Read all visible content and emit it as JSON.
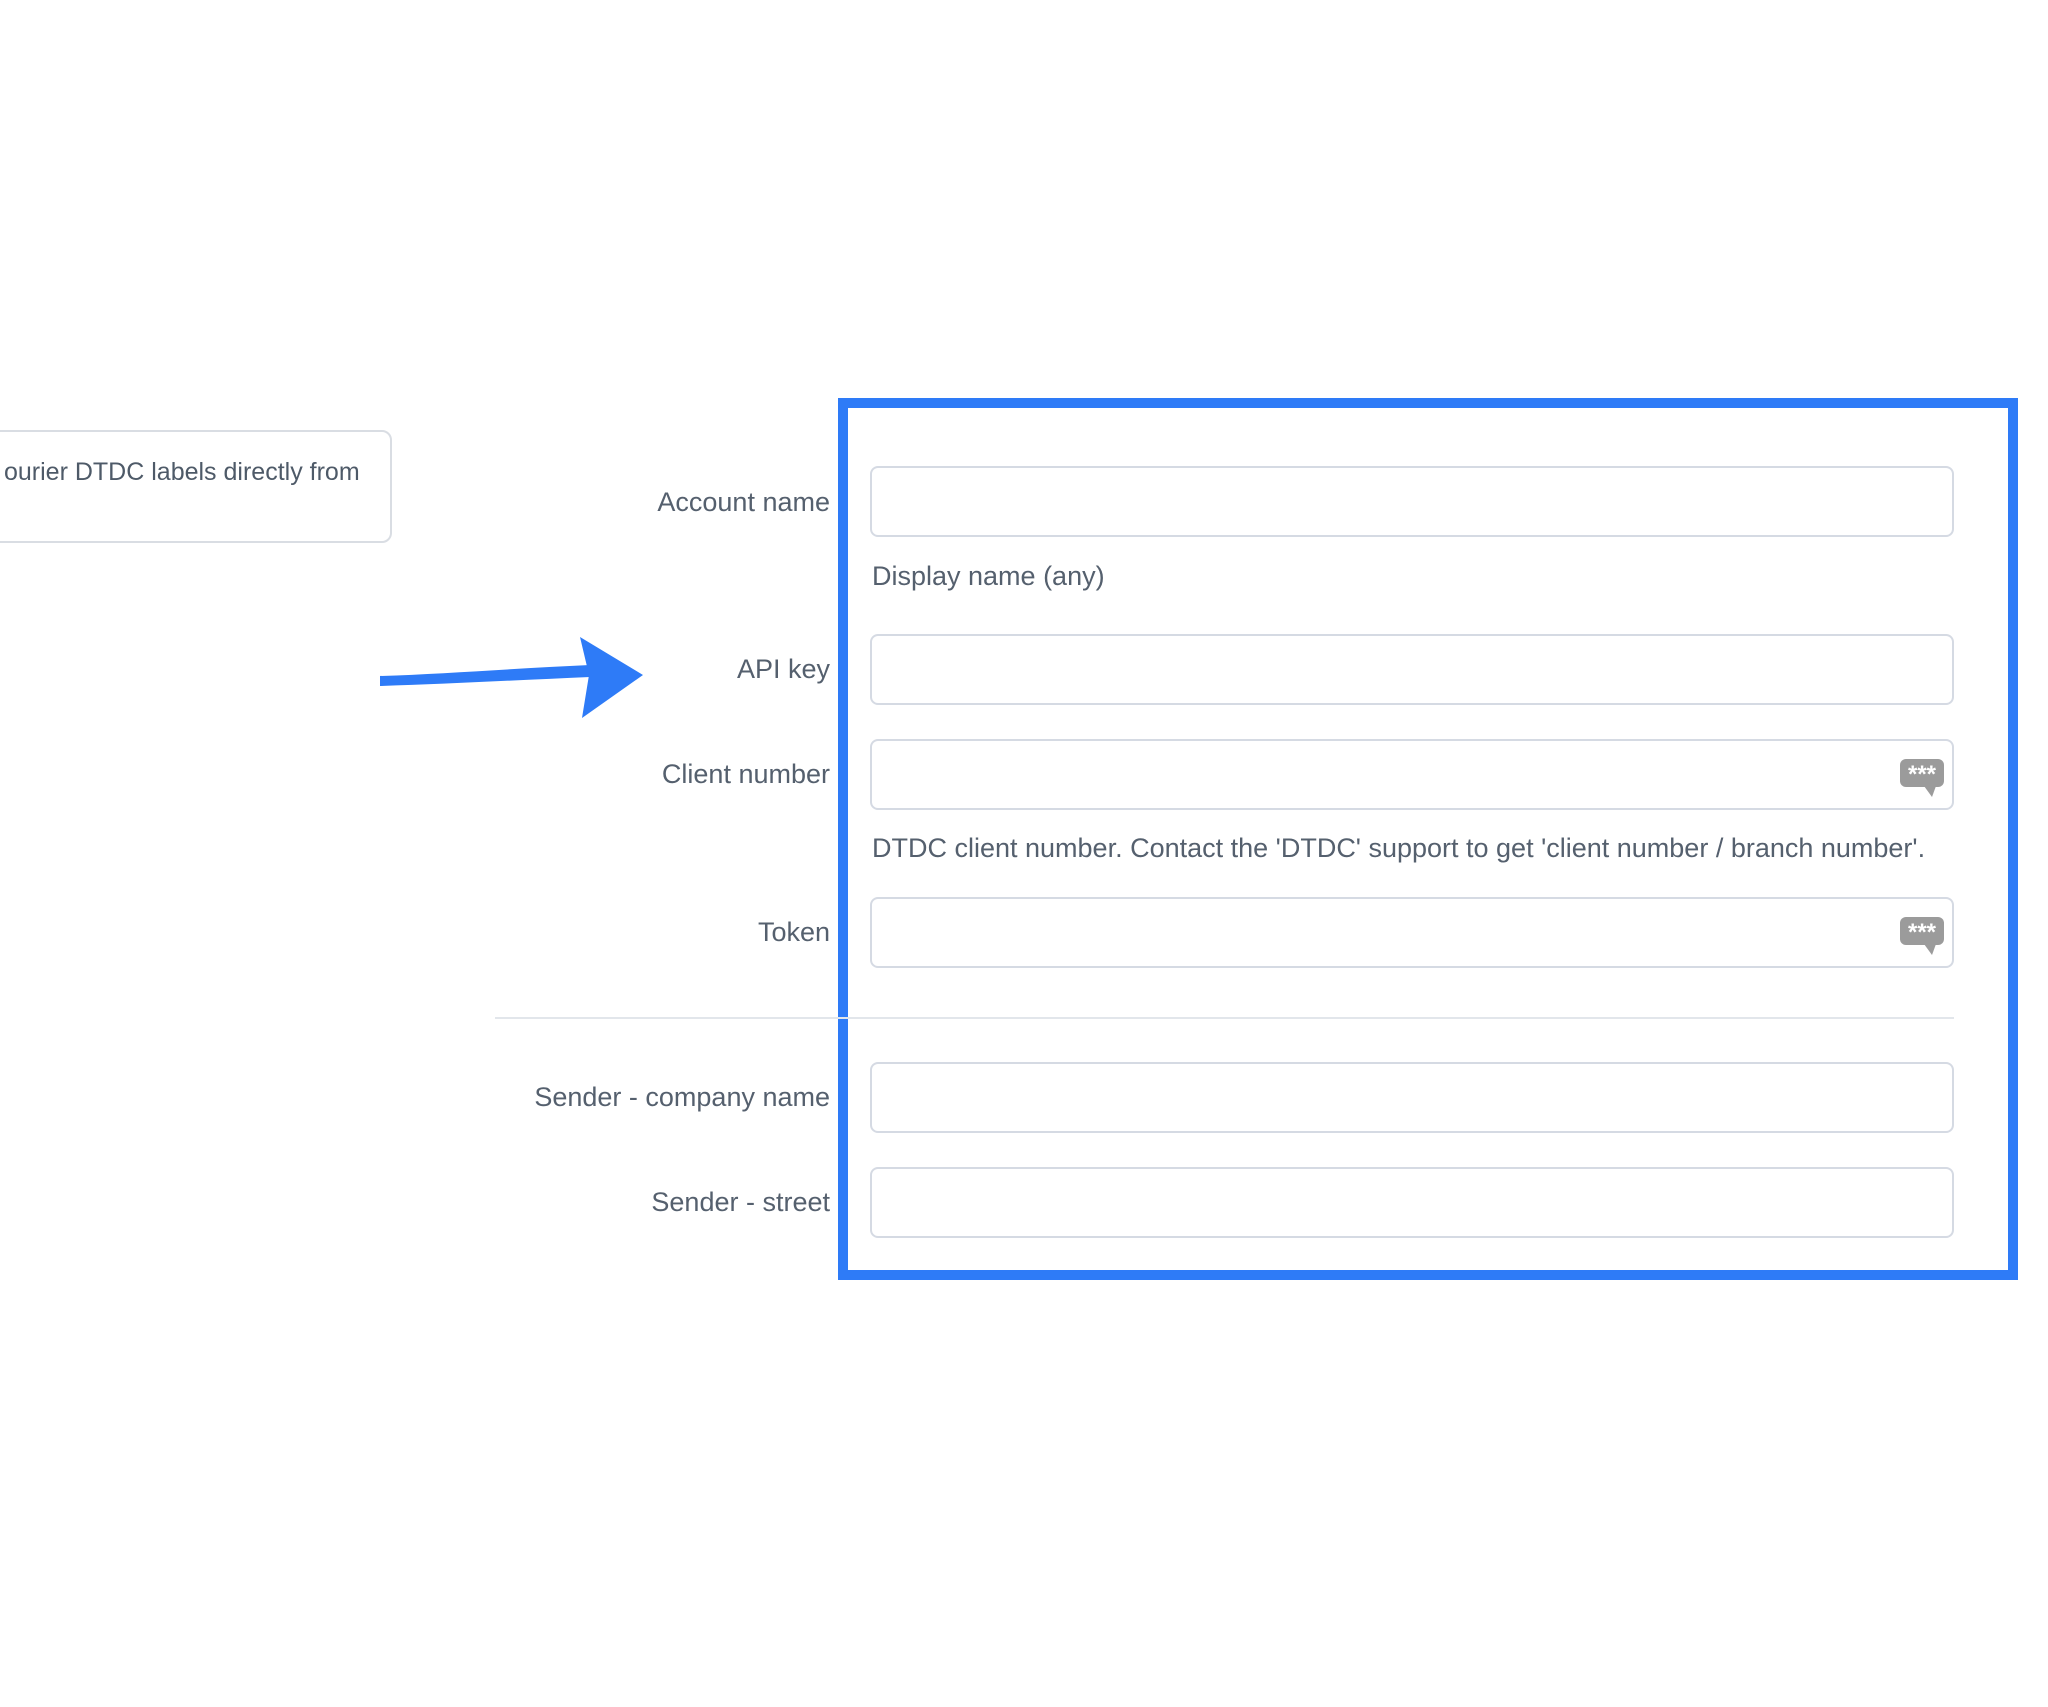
{
  "colors": {
    "accent_blue": "#2e7bf7",
    "text_gray": "#55606e",
    "input_border": "#d5dae3",
    "icon_gray": "#9b9b9b",
    "separator": "#e2e6eb"
  },
  "tooltip_snippet": {
    "text": "ourier DTDC labels directly from"
  },
  "annotations": {
    "arrow_icon": "hand-drawn-right-arrow",
    "highlight": "blue-rectangle-outline"
  },
  "form": {
    "fields": [
      {
        "label": "Account name",
        "value": "",
        "help": "Display name (any)"
      },
      {
        "label": "API key",
        "value": ""
      },
      {
        "label": "Client number",
        "value": "",
        "help": "DTDC client number. Contact the 'DTDC' support to get 'client number / branch number'.",
        "secret_hint_icon": "speech-bubble-asterisks"
      },
      {
        "label": "Token",
        "value": "",
        "secret_hint_icon": "speech-bubble-asterisks"
      },
      {
        "label": "Sender - company name",
        "value": ""
      },
      {
        "label": "Sender - street",
        "value": ""
      }
    ]
  }
}
